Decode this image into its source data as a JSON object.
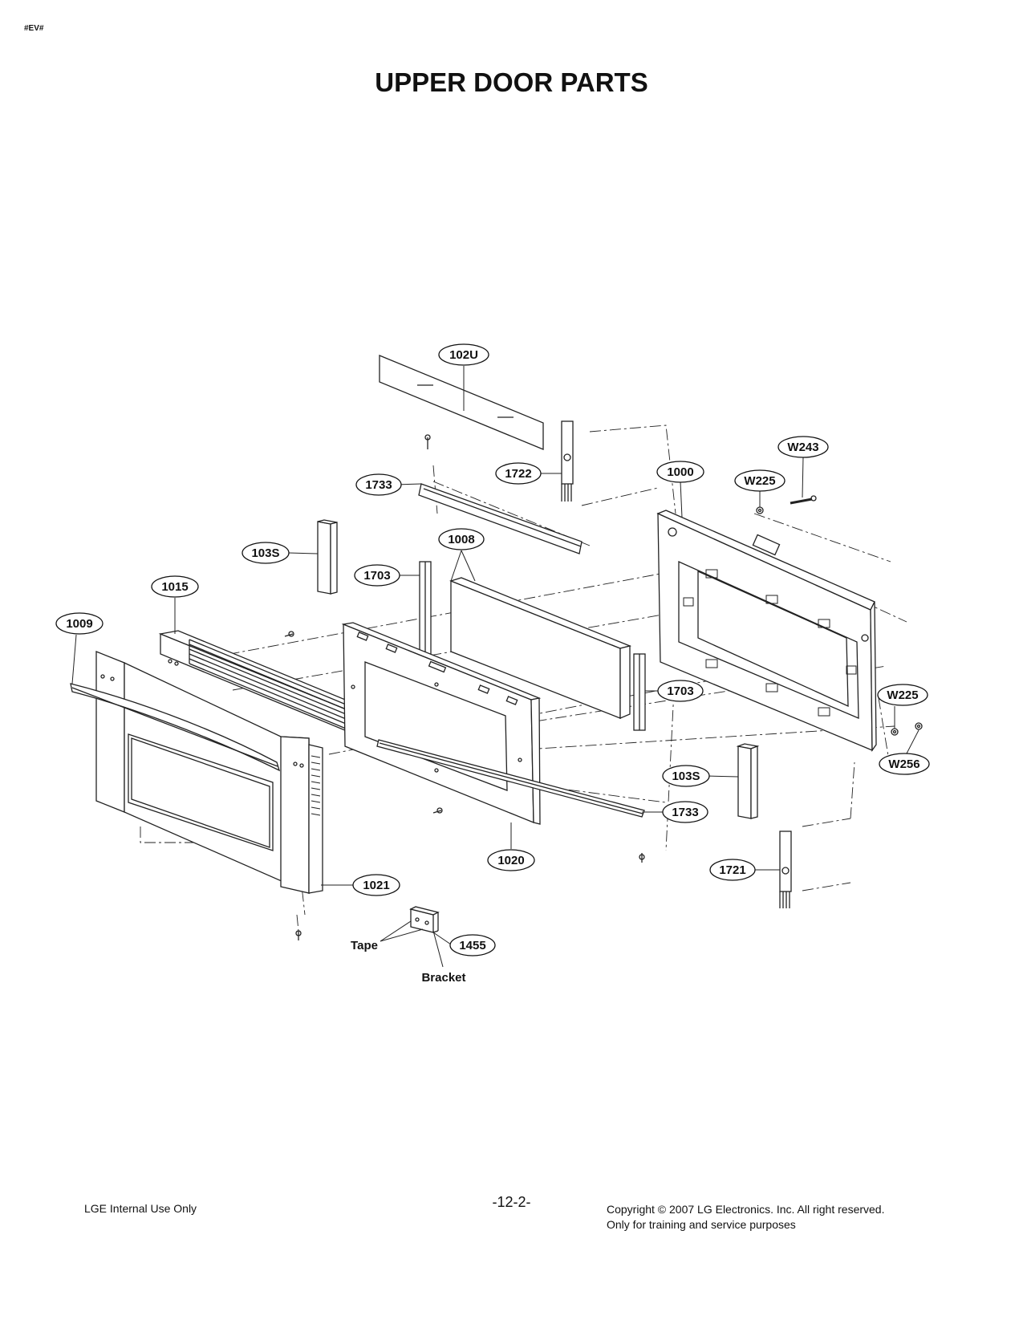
{
  "header": {
    "mark": "#EV#",
    "title": "UPPER DOOR PARTS"
  },
  "callouts": {
    "c102U": "102U",
    "c1722": "1722",
    "c1733a": "1733",
    "c1000": "1000",
    "cW243": "W243",
    "cW225a": "W225",
    "c103Sa": "103S",
    "c1008": "1008",
    "c1703a": "1703",
    "c1015": "1015",
    "c1009": "1009",
    "c1703b": "1703",
    "cW225b": "W225",
    "cW256": "W256",
    "c103Sb": "103S",
    "c1733b": "1733",
    "c1020": "1020",
    "c1721": "1721",
    "c1021": "1021",
    "c1455": "1455"
  },
  "labels": {
    "tape": "Tape",
    "bracket": "Bracket"
  },
  "footer": {
    "left": "LGE Internal Use Only",
    "page": "-12-2-",
    "copyright": "Copyright © 2007 LG Electronics. Inc. All right reserved.",
    "purpose": "Only for training and service purposes"
  }
}
